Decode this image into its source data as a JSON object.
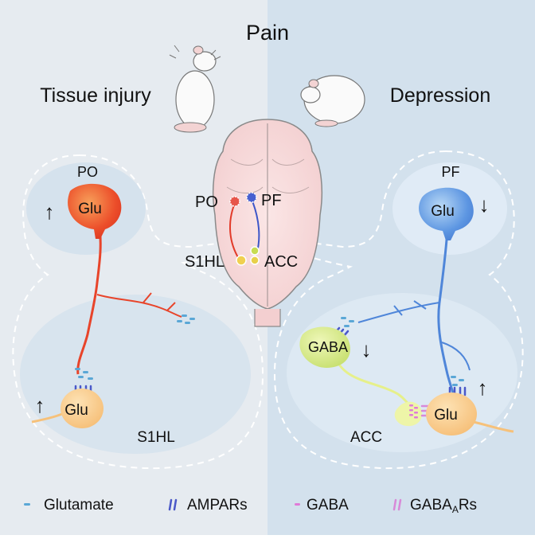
{
  "title": "Pain",
  "left_heading": "Tissue injury",
  "right_heading": "Depression",
  "left": {
    "top_region": "PO",
    "top_neuron": "Glu",
    "bottom_neuron": "Glu",
    "bottom_region": "S1HL"
  },
  "right": {
    "top_region": "PF",
    "top_neuron": "Glu",
    "interneuron": "GABA",
    "bottom_neuron": "Glu",
    "bottom_region": "ACC"
  },
  "brain": {
    "po": "PO",
    "pf": "PF",
    "s1hl": "S1HL",
    "acc": "ACC"
  },
  "legend": {
    "glutamate": "Glutamate",
    "ampars": "AMPARs",
    "gaba": "GABA",
    "gabaars_main": "GABA",
    "gabaars_sub": "A",
    "gabaars_tail": "Rs"
  },
  "colors": {
    "left_bg": "#e6ebf0",
    "right_bg": "#d2e0ec",
    "excitatory_left": "#e8442a",
    "excitatory_right": "#4f86d9",
    "gaba_cell": "#d6ea8a",
    "glu_target": "#f8c88a",
    "glutamate": "#5aa7d6",
    "ampar": "#4a58c8",
    "gaba": "#e07ad8"
  }
}
